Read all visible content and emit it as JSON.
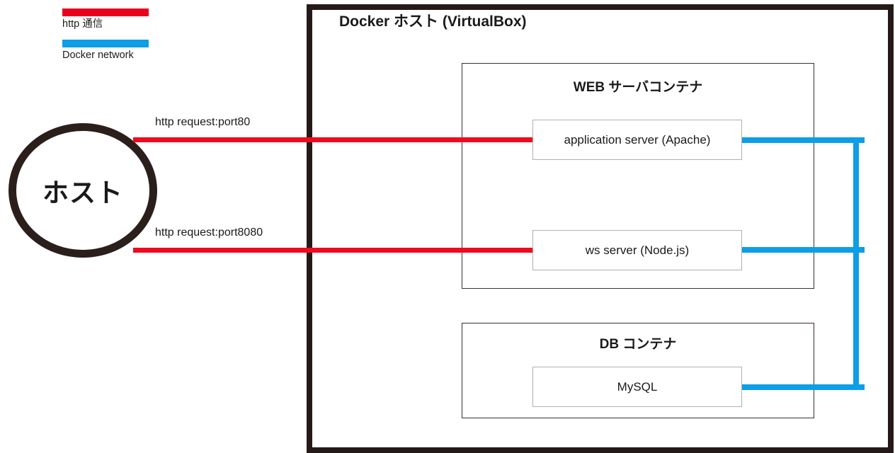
{
  "diagram": {
    "title": "Docker ホスト (VirtualBox)",
    "legend": {
      "items": [
        {
          "label": "http 通信",
          "color": "#e8001d",
          "icon": "red-line-swatch"
        },
        {
          "label": "Docker network",
          "color": "#0d9ee5",
          "icon": "blue-line-swatch"
        }
      ]
    },
    "host": {
      "label": "ホスト",
      "border_color": "#2b1f1c"
    },
    "edges": [
      {
        "label": "http request:port80",
        "color": "#ef0a20",
        "from": "ホスト",
        "to": "application server (Apache)"
      },
      {
        "label": "http request:port8080",
        "color": "#ef0a20",
        "from": "ホスト",
        "to": "ws server (Node.js)"
      }
    ],
    "containers": [
      {
        "title": "WEB サーバコンテナ",
        "services": [
          {
            "label": "application server (Apache)"
          },
          {
            "label": "ws server (Node.js)"
          }
        ]
      },
      {
        "title": "DB コンテナ",
        "services": [
          {
            "label": "MySQL"
          }
        ]
      }
    ],
    "network": {
      "label": "Docker network",
      "color": "#0d9ee5",
      "connects": [
        "application server (Apache)",
        "ws server (Node.js)",
        "MySQL"
      ]
    }
  }
}
